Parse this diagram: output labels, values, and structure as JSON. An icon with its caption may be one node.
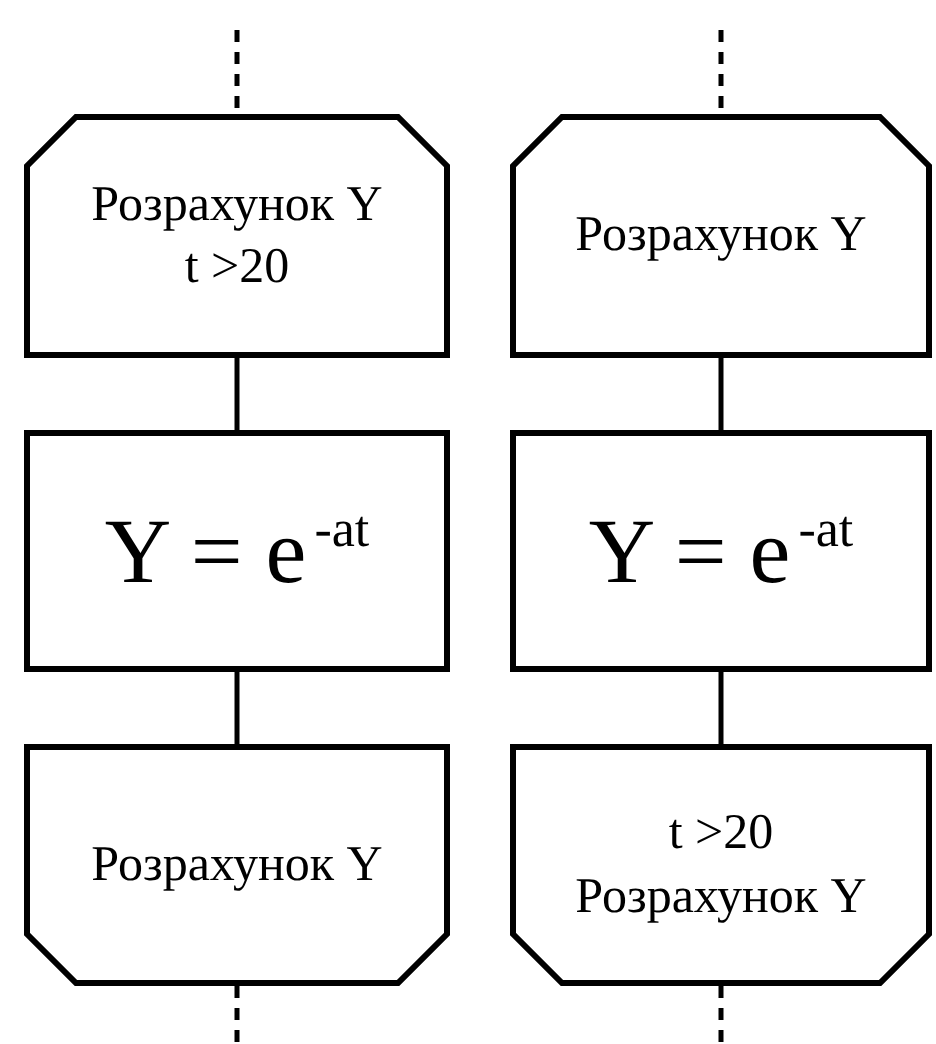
{
  "diagram": {
    "nodes": [
      {
        "text": [
          "Розрахунок Y",
          "t >20"
        ]
      },
      {
        "text": [
          "Y = e$^{-at}$"
        ]
      },
      {
        "text": [
          "Розрахунок Y"
        ]
      },
      {
        "text": [
          "Розрахунок Y"
        ]
      },
      {
        "text": [
          "Y = e$^{-at}$"
        ]
      },
      {
        "text": [
          "t >20",
          "Розрахунок Y"
        ]
      }
    ],
    "edges": [
      {
        "from": null,
        "to": 0,
        "arrow": "none",
        "style": "dashed"
      },
      {
        "from": 0,
        "to": 1,
        "arrow": "none"
      },
      {
        "from": 1,
        "to": 2,
        "arrow": "none"
      },
      {
        "from": 2,
        "to": null,
        "arrow": "none",
        "style": "dashed"
      },
      {
        "from": null,
        "to": 3,
        "arrow": "none",
        "style": "dashed"
      },
      {
        "from": 3,
        "to": 4,
        "arrow": "none"
      },
      {
        "from": 4,
        "to": 5,
        "arrow": "none"
      },
      {
        "from": 5,
        "to": null,
        "arrow": "none",
        "style": "dashed"
      }
    ]
  }
}
